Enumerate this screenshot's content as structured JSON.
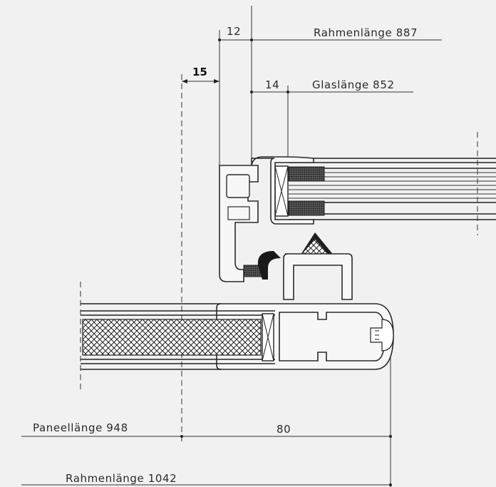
{
  "dimensions": {
    "rahmenlaenge_top": "Rahmenlänge 887",
    "glaslaenge": "Glaslänge 852",
    "paneellaenge": "Paneellänge 948",
    "rahmenlaenge_bottom": "Rahmenlänge 1042",
    "d12": "12",
    "d14": "14",
    "d15": "15",
    "d80": "80"
  }
}
